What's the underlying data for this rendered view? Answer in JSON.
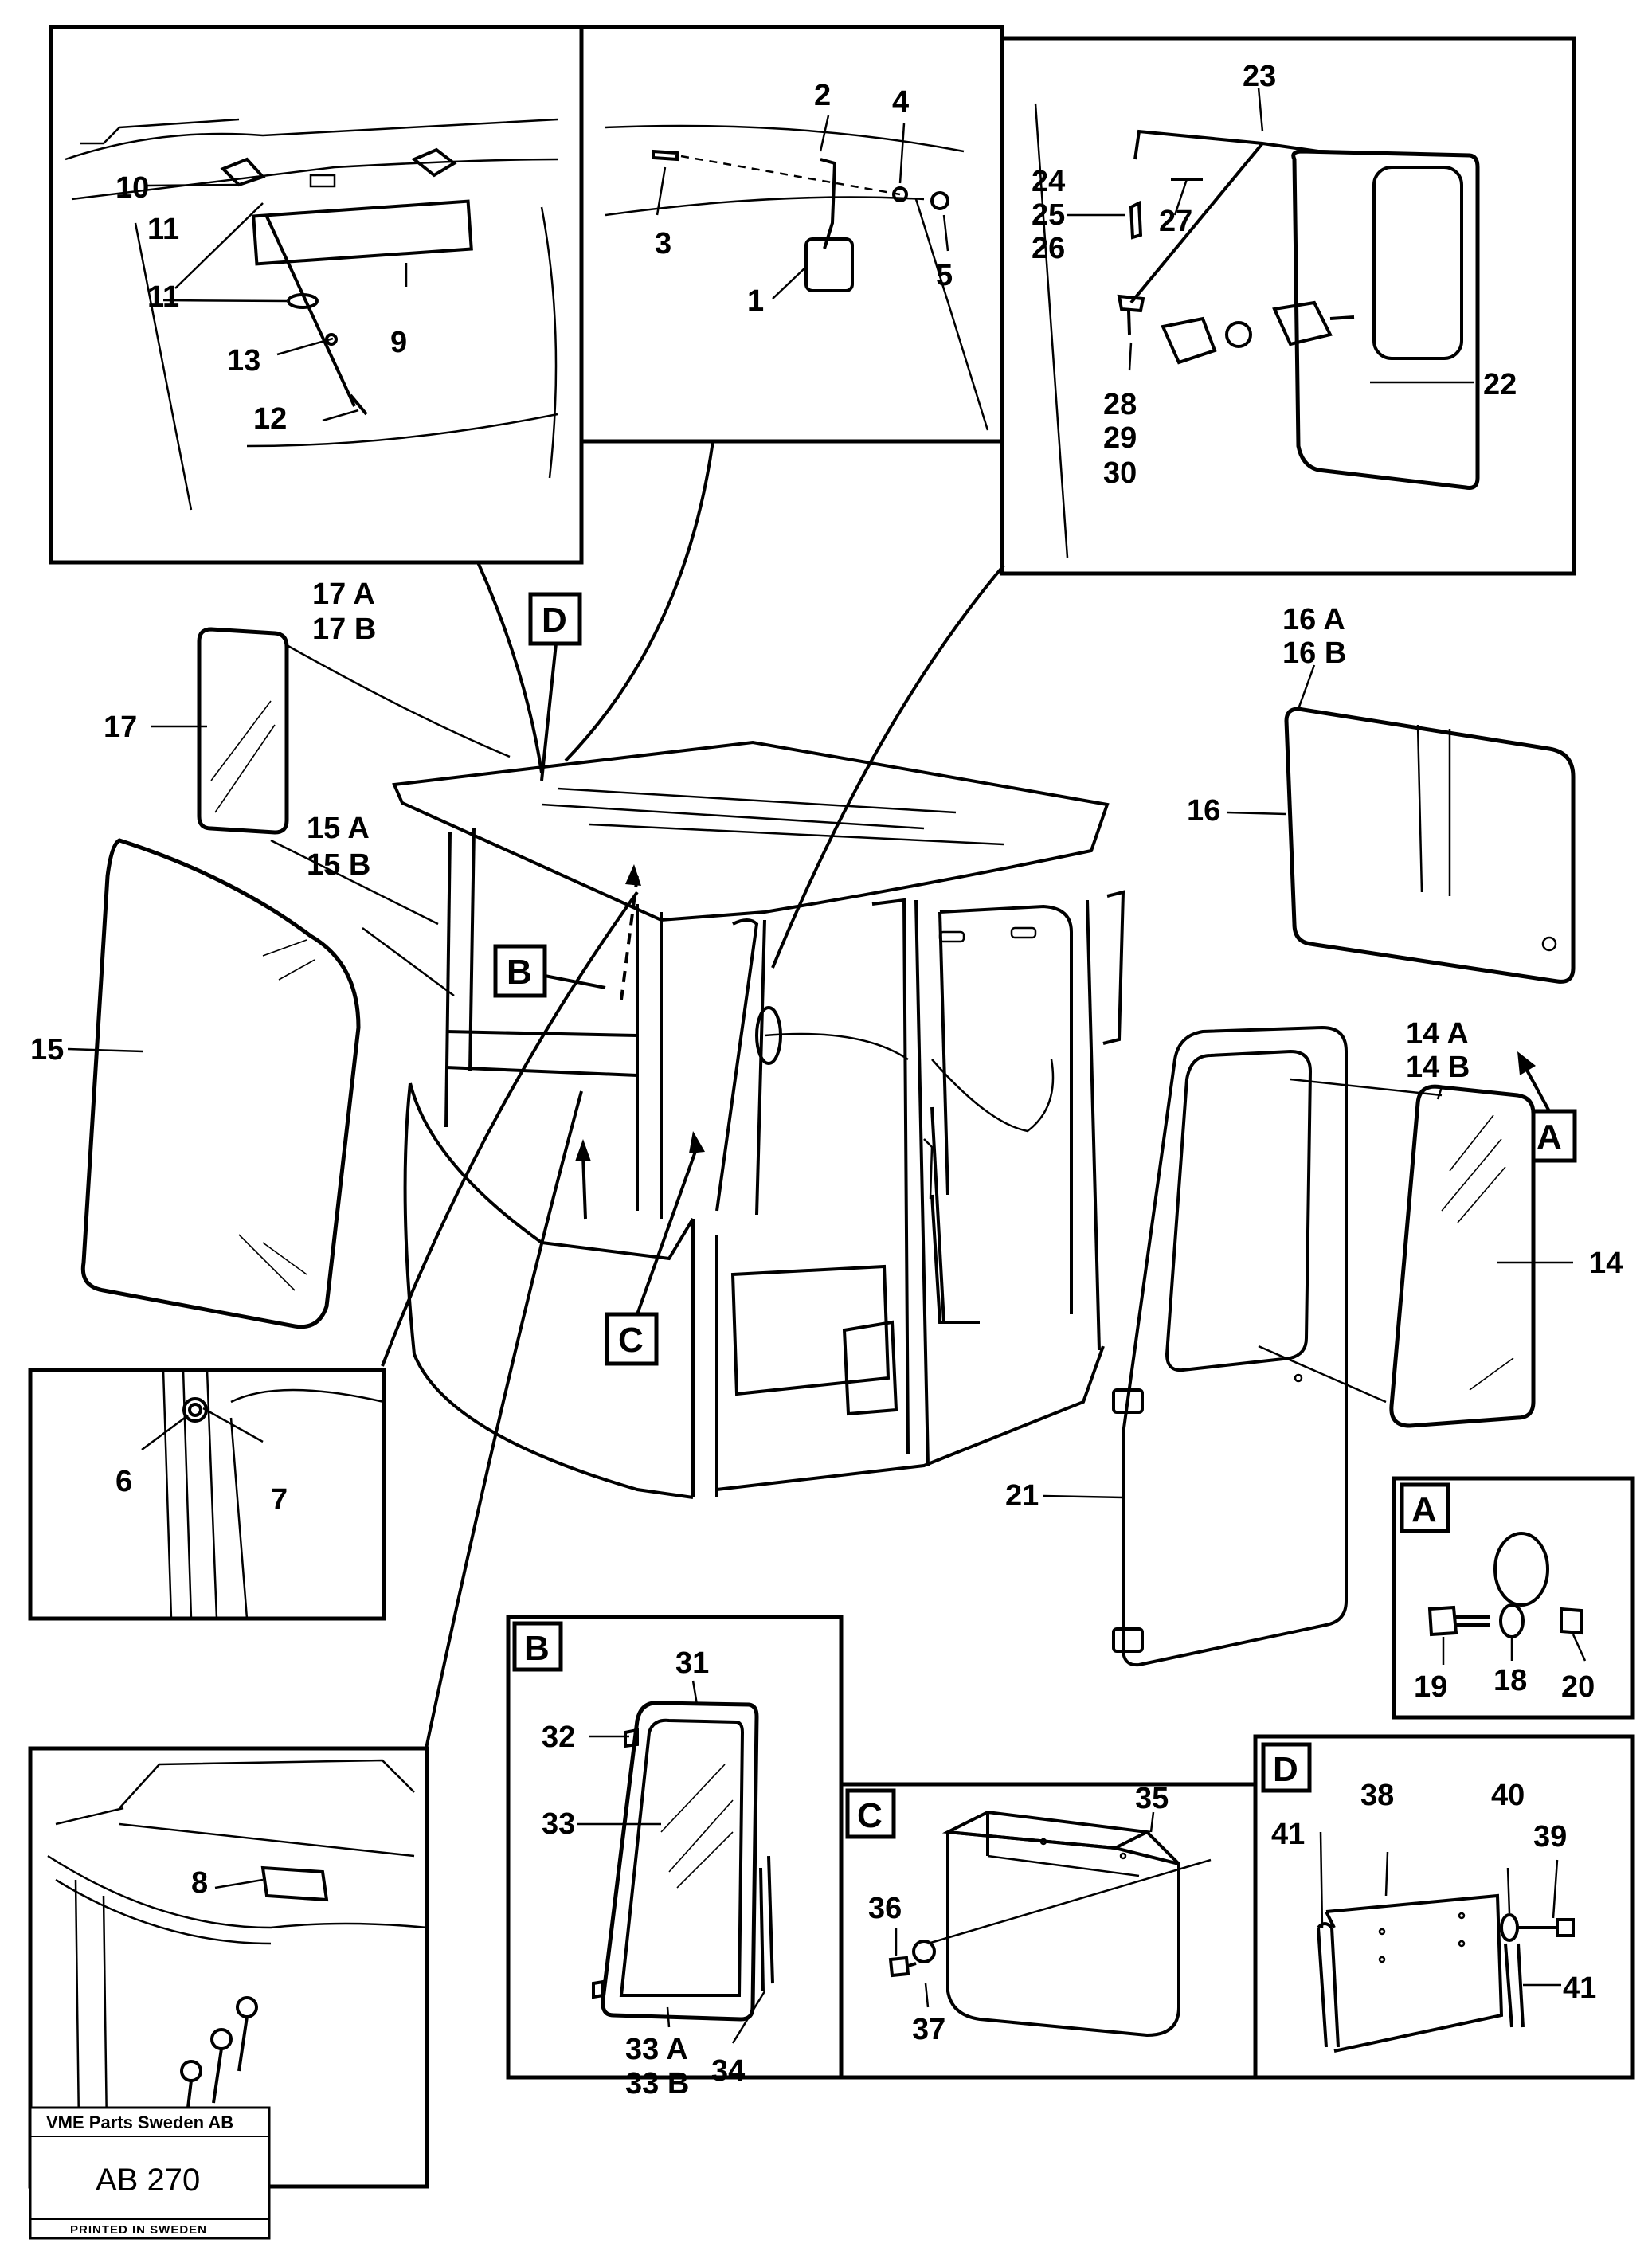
{
  "labels": {
    "n1": "1",
    "n2": "2",
    "n3": "3",
    "n4": "4",
    "n5": "5",
    "n6": "6",
    "n7": "7",
    "n8": "8",
    "n9": "9",
    "n10": "10",
    "n11a": "11",
    "n11b": "11",
    "n12": "12",
    "n13": "13",
    "n14": "14",
    "n14a": "14 A",
    "n14b": "14 B",
    "n15": "15",
    "n15a": "15 A",
    "n15b": "15 B",
    "n16": "16",
    "n16a": "16 A",
    "n16b": "16 B",
    "n17": "17",
    "n17a": "17 A",
    "n17b": "17 B",
    "n18": "18",
    "n19": "19",
    "n20": "20",
    "n21": "21",
    "n22": "22",
    "n23": "23",
    "n24": "24",
    "n25": "25",
    "n26": "26",
    "n27": "27",
    "n28": "28",
    "n29": "29",
    "n30": "30",
    "n31": "31",
    "n32": "32",
    "n33": "33",
    "n33a": "33 A",
    "n33b": "33 B",
    "n34": "34",
    "n35": "35",
    "n36": "36",
    "n37": "37",
    "n38": "38",
    "n39": "39",
    "n40": "40",
    "n41a": "41",
    "n41b": "41"
  },
  "tags": {
    "a_main": "A",
    "a_box": "A",
    "b_main": "B",
    "b_box": "B",
    "c_main": "C",
    "c_box": "C",
    "d_main": "D",
    "d_box": "D"
  },
  "stamp": {
    "company": "VME Parts Sweden AB",
    "code": "AB 270",
    "printed": "PRINTED IN SWEDEN"
  }
}
